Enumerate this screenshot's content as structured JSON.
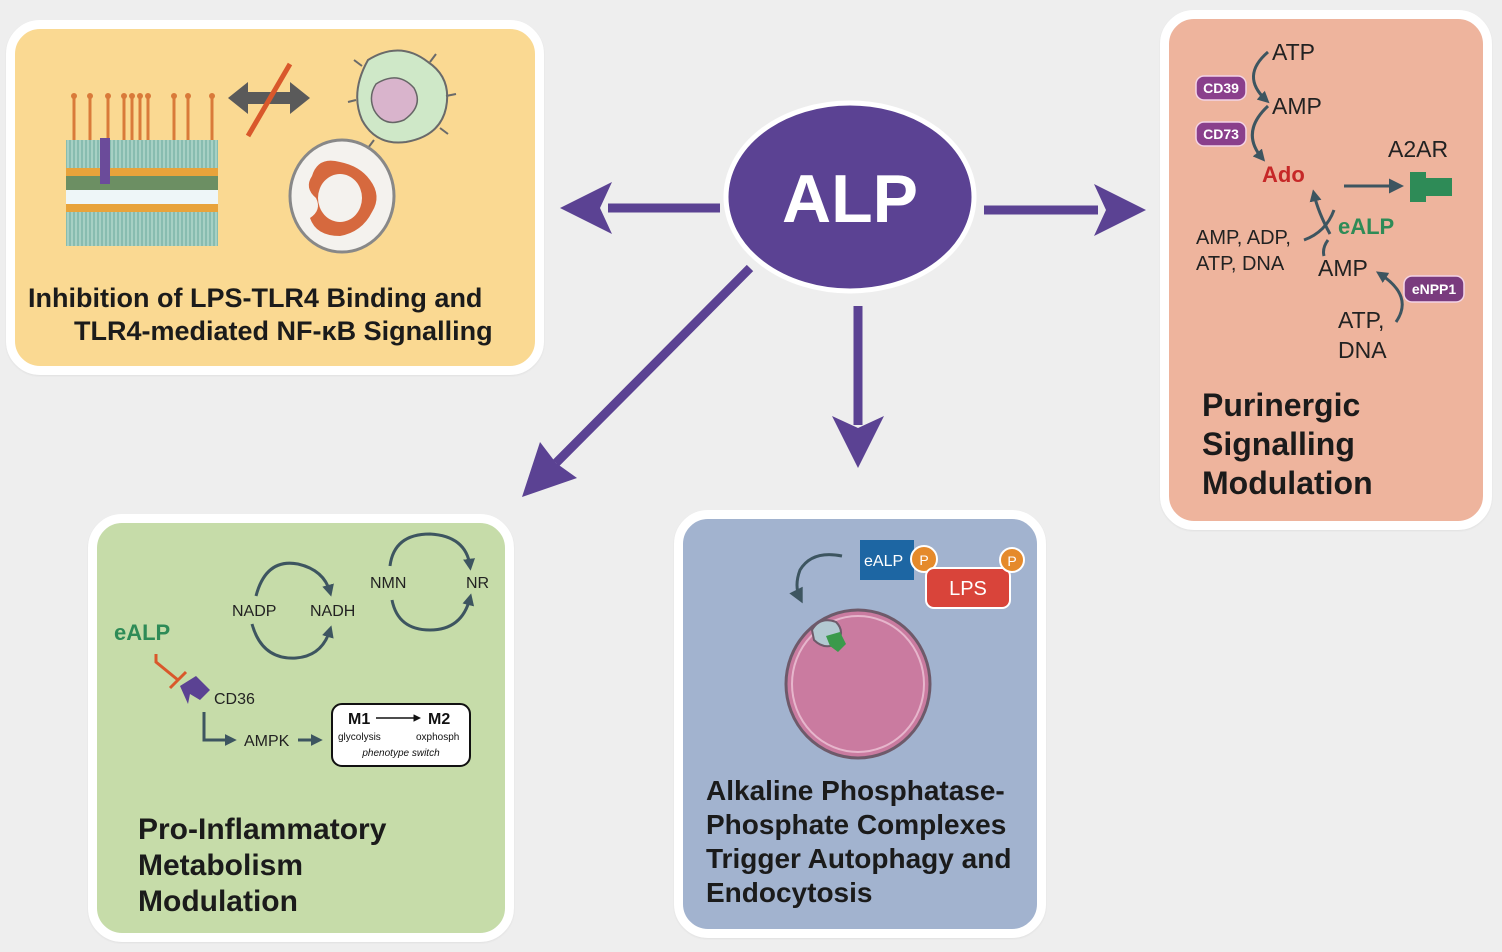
{
  "center": {
    "label": "ALP",
    "color": "#5b4293"
  },
  "tlr4": {
    "title_line1": "Inhibition of LPS-TLR4 Binding and",
    "title_line2": "TLR4-mediated NF-κB Signalling"
  },
  "purinergic": {
    "title_line1": "Purinergic",
    "title_line2": "Signalling",
    "title_line3": "Modulation",
    "atp": "ATP",
    "amp_top": "AMP",
    "cd39": "CD39",
    "cd73": "CD73",
    "ado": "Ado",
    "a2ar": "A2AR",
    "ealp": "eALP",
    "sources_line1": "AMP, ADP,",
    "sources_line2": "ATP, DNA",
    "amp_bottom": "AMP",
    "enpp1": "eNPP1",
    "atp_dna_line1": "ATP,",
    "atp_dna_line2": "DNA"
  },
  "metabolism": {
    "title_line1": "Pro-Inflammatory",
    "title_line2": "Metabolism",
    "title_line3": "Modulation",
    "nadp": "NADP",
    "nadh": "NADH",
    "nmn": "NMN",
    "nr": "NR",
    "ealp": "eALP",
    "cd36": "CD36",
    "ampk": "AMPK",
    "m1": "M1",
    "m2": "M2",
    "glycolysis": "glycolysis",
    "oxphosph": "oxphosph",
    "phenotype_switch": "phenotype switch"
  },
  "autophagy": {
    "title_line1": "Alkaline Phosphatase-",
    "title_line2": "Phosphate Complexes",
    "title_line3": "Trigger Autophagy and",
    "title_line4": "Endocytosis",
    "ealp": "eALP",
    "p_left": "P",
    "p_right": "P",
    "lps": "LPS"
  }
}
